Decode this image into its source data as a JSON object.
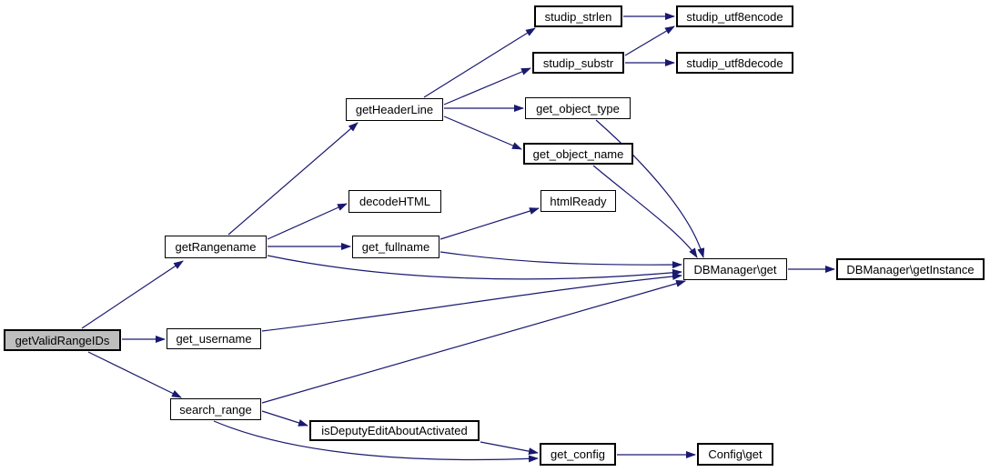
{
  "graph": {
    "title": "call graph",
    "colors": {
      "edge": "#191970",
      "node_border": "#000000",
      "node_fill": "#ffffff",
      "highlight_fill": "#bebebe"
    },
    "nodes": {
      "getValidRangeIDs": {
        "label": "getValidRangeIDs"
      },
      "getRangename": {
        "label": "getRangename"
      },
      "get_username": {
        "label": "get_username"
      },
      "search_range": {
        "label": "search_range"
      },
      "getHeaderLine": {
        "label": "getHeaderLine"
      },
      "decodeHTML": {
        "label": "decodeHTML"
      },
      "get_fullname": {
        "label": "get_fullname"
      },
      "isDeputyEditAboutActivated": {
        "label": "isDeputyEditAboutActivated"
      },
      "studip_strlen": {
        "label": "studip_strlen"
      },
      "studip_substr": {
        "label": "studip_substr"
      },
      "get_object_type": {
        "label": "get_object_type"
      },
      "get_object_name": {
        "label": "get_object_name"
      },
      "htmlReady": {
        "label": "htmlReady"
      },
      "get_config": {
        "label": "get_config"
      },
      "studip_utf8encode": {
        "label": "studip_utf8encode"
      },
      "studip_utf8decode": {
        "label": "studip_utf8decode"
      },
      "DBManager_get": {
        "label": "DBManager\\get"
      },
      "DBManager_getInstance": {
        "label": "DBManager\\getInstance"
      },
      "Config_get": {
        "label": "Config\\get"
      }
    },
    "edges": [
      {
        "from": "getValidRangeIDs",
        "to": "getRangename"
      },
      {
        "from": "getValidRangeIDs",
        "to": "get_username"
      },
      {
        "from": "getValidRangeIDs",
        "to": "search_range"
      },
      {
        "from": "getRangename",
        "to": "getHeaderLine"
      },
      {
        "from": "getRangename",
        "to": "decodeHTML"
      },
      {
        "from": "getRangename",
        "to": "get_fullname"
      },
      {
        "from": "getRangename",
        "to": "DBManager_get"
      },
      {
        "from": "getHeaderLine",
        "to": "studip_strlen"
      },
      {
        "from": "getHeaderLine",
        "to": "studip_substr"
      },
      {
        "from": "getHeaderLine",
        "to": "get_object_type"
      },
      {
        "from": "getHeaderLine",
        "to": "get_object_name"
      },
      {
        "from": "studip_strlen",
        "to": "studip_utf8encode"
      },
      {
        "from": "studip_substr",
        "to": "studip_utf8encode"
      },
      {
        "from": "studip_substr",
        "to": "studip_utf8decode"
      },
      {
        "from": "get_object_type",
        "to": "DBManager_get"
      },
      {
        "from": "get_object_name",
        "to": "DBManager_get"
      },
      {
        "from": "get_fullname",
        "to": "htmlReady"
      },
      {
        "from": "get_fullname",
        "to": "DBManager_get"
      },
      {
        "from": "get_username",
        "to": "DBManager_get"
      },
      {
        "from": "search_range",
        "to": "DBManager_get"
      },
      {
        "from": "search_range",
        "to": "isDeputyEditAboutActivated"
      },
      {
        "from": "search_range",
        "to": "get_config"
      },
      {
        "from": "isDeputyEditAboutActivated",
        "to": "get_config"
      },
      {
        "from": "get_config",
        "to": "Config_get"
      },
      {
        "from": "DBManager_get",
        "to": "DBManager_getInstance"
      }
    ]
  }
}
